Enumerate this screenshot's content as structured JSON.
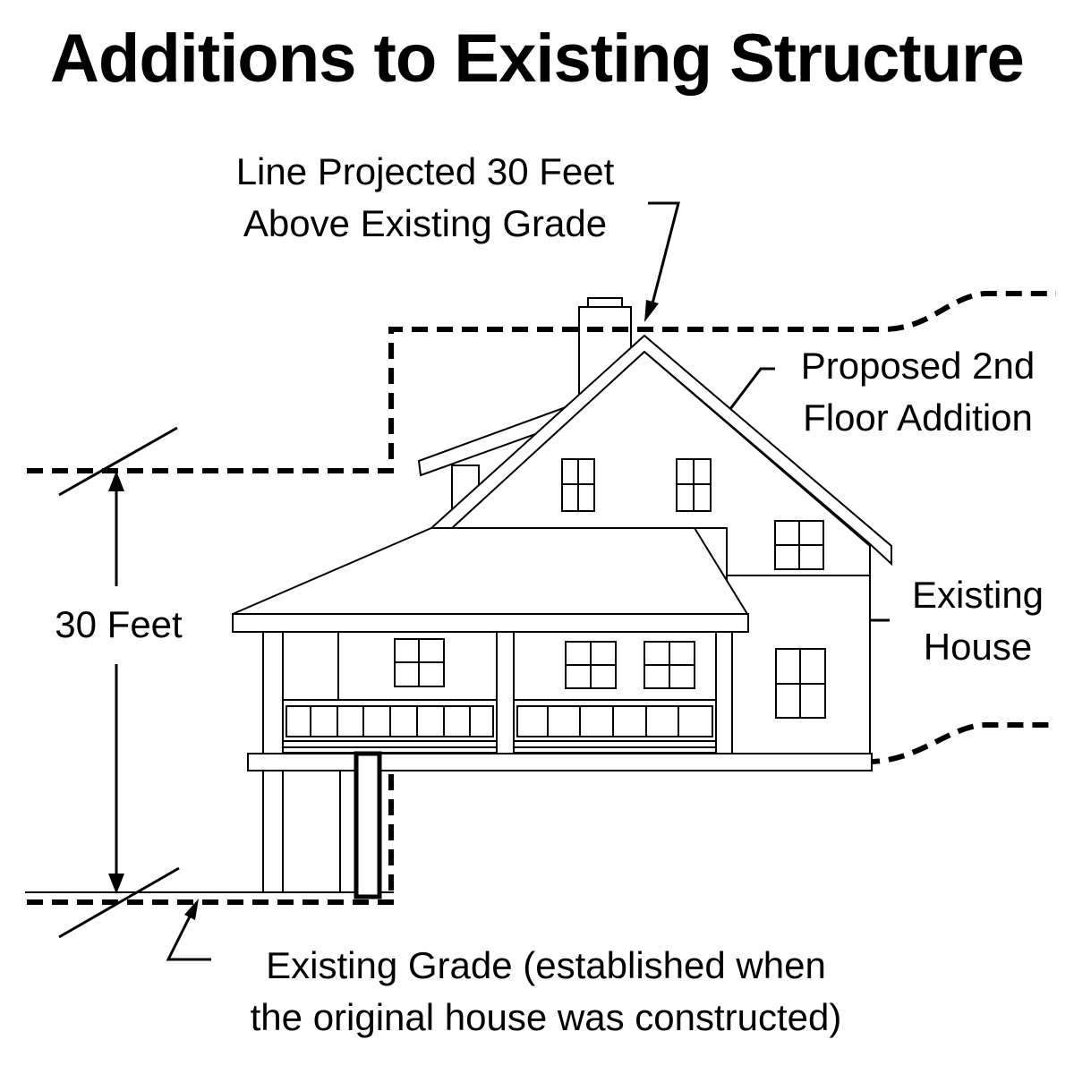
{
  "title": "Additions to Existing Structure",
  "labels": {
    "projected_line": [
      "Line Projected 30 Feet",
      "Above Existing Grade"
    ],
    "proposed_addition": [
      "Proposed 2nd",
      "Floor Addition"
    ],
    "existing_house": [
      "Existing",
      "House"
    ],
    "height": "30 Feet",
    "existing_grade": [
      "Existing Grade (established when",
      "the original house was constructed)"
    ]
  },
  "colors": {
    "ink": "#000000",
    "background": "#ffffff"
  }
}
